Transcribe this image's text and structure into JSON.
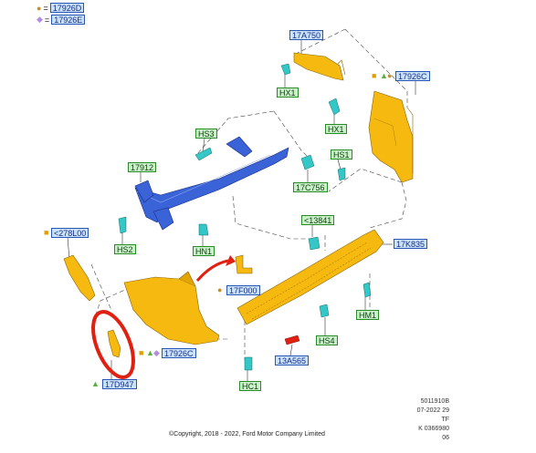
{
  "legend": [
    {
      "symbol": "●",
      "color": "#c8901e",
      "code": "17926D"
    },
    {
      "symbol": "◆",
      "color": "#b48ae0",
      "code": "17926E"
    }
  ],
  "callouts": {
    "c17a750": "17A750",
    "hx1_top": "HX1",
    "c17926c_top": "17926C",
    "hs3": "HS3",
    "hx1_mid": "HX1",
    "c17912": "17912",
    "hs1": "HS1",
    "c17c756": "17C756",
    "c13841": "<13841",
    "c278l00": "<278L00",
    "hs2": "HS2",
    "hn1": "HN1",
    "c17k835": "17K835",
    "c17f000": "17F000",
    "hm1": "HM1",
    "c17926c_bot": "17926C",
    "hs4": "HS4",
    "c13a565": "13A565",
    "c17d947": "17D947",
    "hc1": "HC1"
  },
  "markers": {
    "square_color": "#e0a000",
    "triangle_color": "#58b040",
    "circle_color": "#c8901e",
    "diamond_color": "#b48ae0"
  },
  "colors": {
    "part_yellow": "#f5b90f",
    "part_blue": "#3a63d8",
    "fastener_cyan": "#33c7c7",
    "highlight_red": "#e02010"
  },
  "reference": {
    "line1": "5011910B",
    "line2": "07-2022 29",
    "line3": "TF",
    "line4": "K 0366980 06"
  },
  "copyright": "©Copyright, 2018 - 2022, Ford Motor Company Limited"
}
